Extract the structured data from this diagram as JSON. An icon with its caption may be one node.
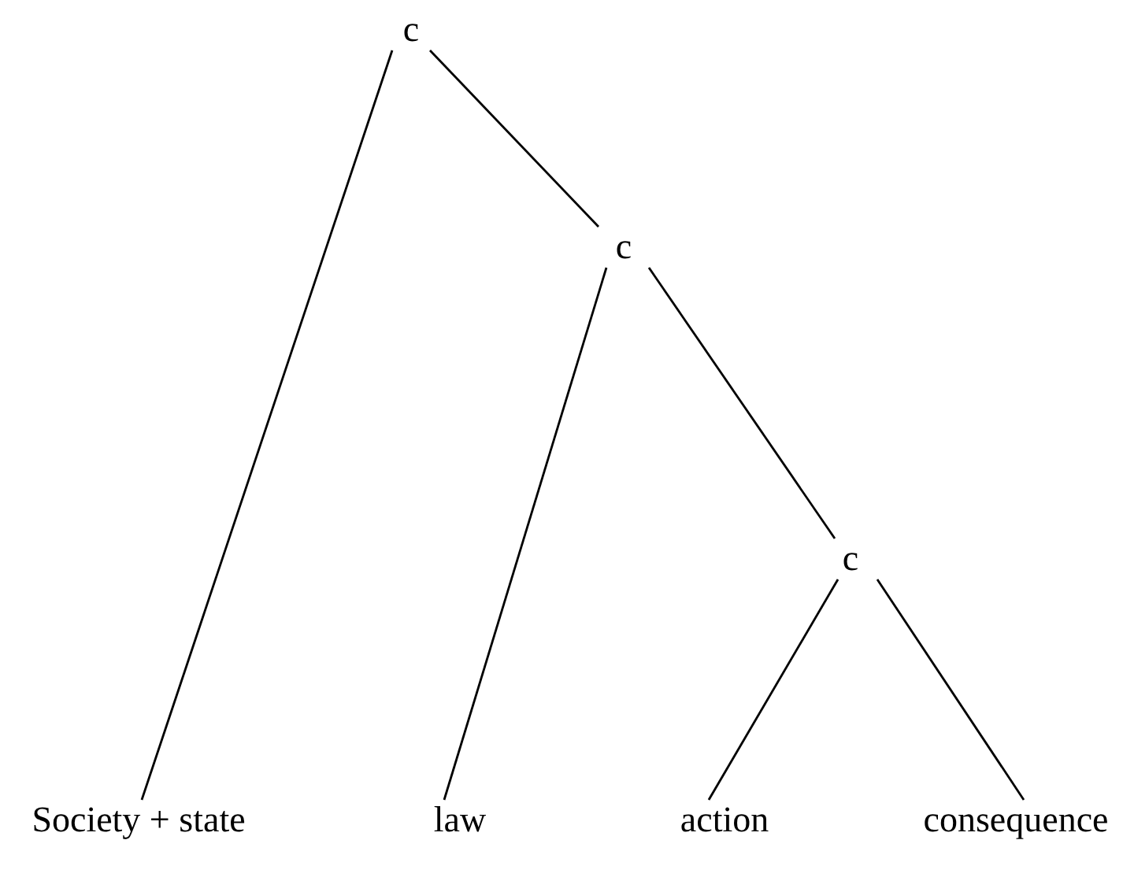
{
  "diagram": {
    "nodes": [
      {
        "text": [
          "c"
        ]
      },
      {
        "text": [
          "c"
        ]
      },
      {
        "text": [
          "c"
        ]
      },
      {
        "text": [
          "Society + state"
        ]
      },
      {
        "text": [
          "law"
        ]
      },
      {
        "text": [
          "action"
        ]
      },
      {
        "text": [
          "consequence"
        ]
      }
    ],
    "edges": [
      {
        "from": 0,
        "to": 3,
        "arrow": "none"
      },
      {
        "from": 0,
        "to": 1,
        "arrow": "none"
      },
      {
        "from": 1,
        "to": 4,
        "arrow": "none"
      },
      {
        "from": 1,
        "to": 2,
        "arrow": "none"
      },
      {
        "from": 2,
        "to": 5,
        "arrow": "none"
      },
      {
        "from": 2,
        "to": 6,
        "arrow": "none"
      }
    ]
  }
}
